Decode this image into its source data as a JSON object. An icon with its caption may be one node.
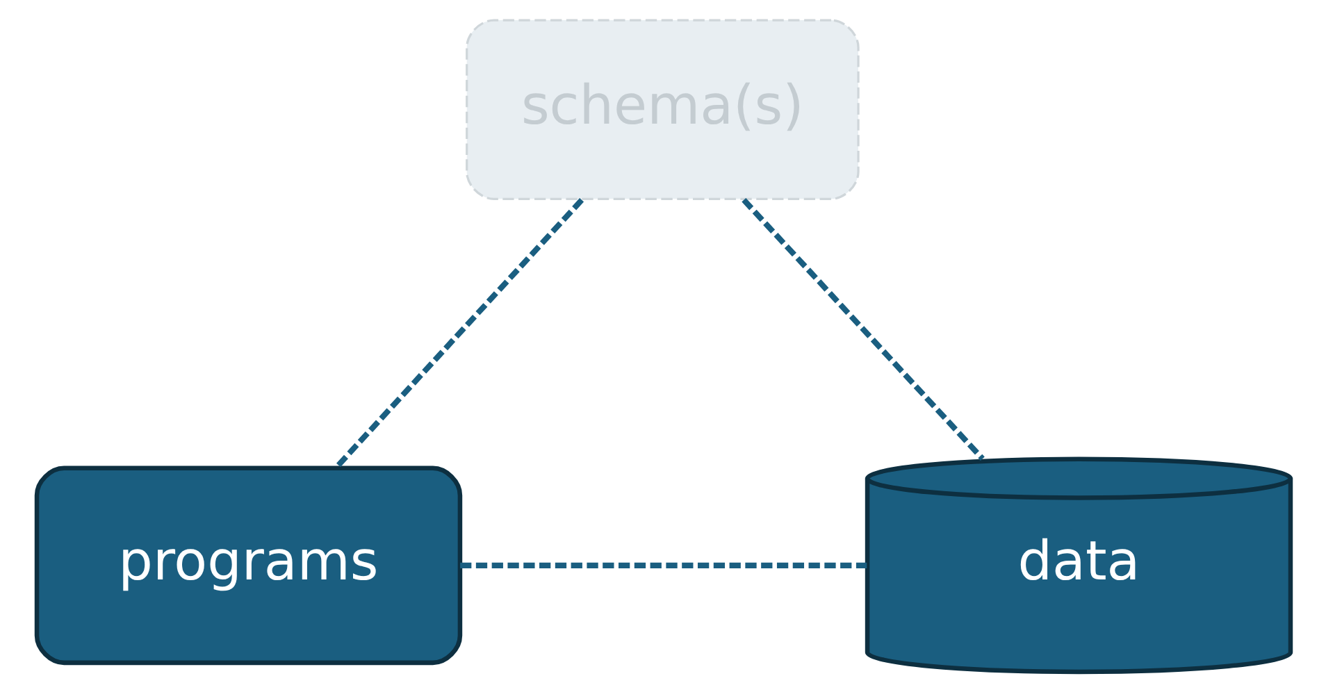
{
  "diagram": {
    "nodes": [
      {
        "text": [
          "schema(s)"
        ]
      },
      {
        "text": [
          "programs"
        ]
      },
      {
        "text": [
          "data"
        ]
      }
    ],
    "edges": [
      {
        "from": 0,
        "to": 1,
        "arrow": "none",
        "style": "dashed"
      },
      {
        "from": 0,
        "to": 2,
        "arrow": "none",
        "style": "dashed"
      },
      {
        "from": 1,
        "to": 2,
        "arrow": "none",
        "style": "dashed"
      }
    ]
  }
}
